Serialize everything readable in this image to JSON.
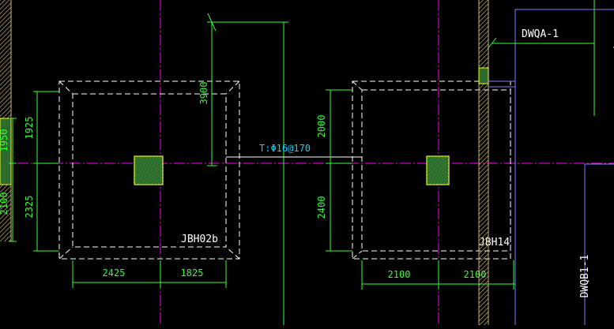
{
  "colors": {
    "background": "#000000",
    "dimension": "#33ff33",
    "footing_outline": "#ffffff",
    "axis": "#ff00ff",
    "rebar_annotation": "#00d7ff",
    "column_outline": "#ffff00",
    "column_fill": "#2c6b2c",
    "wall_blue": "#8080ff",
    "wall_hatch": "#c9b46a"
  },
  "footings": {
    "left": {
      "label": "JBH02b"
    },
    "right": {
      "label": "JBH14"
    }
  },
  "annotations": {
    "rebar_top": "T:Φ16@170"
  },
  "walls": {
    "wall_a_label": "DWQA-1",
    "wall_b_label": "DWQB1-1"
  },
  "dimensions": {
    "left_top_gap": "3900",
    "left_vert_upper": "1925",
    "left_vert_lower": "2325",
    "far_left_upper": "1950",
    "far_left_lower": "2100",
    "left_horiz_a": "2425",
    "left_horiz_b": "1825",
    "right_vert_upper": "2000",
    "right_vert_lower": "2400",
    "right_horiz_a": "2100",
    "right_horiz_b": "2100"
  }
}
